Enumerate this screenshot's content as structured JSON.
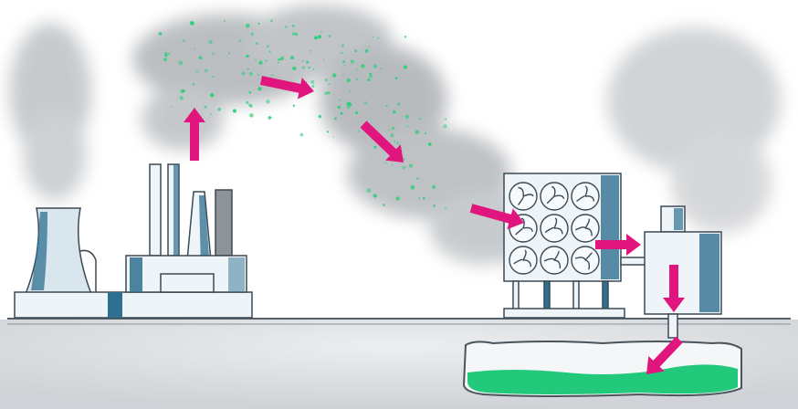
{
  "colors": {
    "background": "#ffffff",
    "ground": "#d9dbdf",
    "smoke": "#8f9499",
    "structure_fill": "#eef4f8",
    "structure_shade": "#2f6f90",
    "outline": "#3c4a55",
    "co2_particles": "#2ccf7a",
    "flow_arrow": "#e0157d",
    "storage_fill": "#22c97a"
  },
  "stages": [
    {
      "id": "power-plant",
      "icon": "industrial-plant-icon"
    },
    {
      "id": "co2-in-atmosphere",
      "icon": "smoke-cloud-icon"
    },
    {
      "id": "direct-air-capture",
      "icon": "fan-array-icon"
    },
    {
      "id": "processing-unit",
      "icon": "processing-building-icon"
    },
    {
      "id": "underground-storage",
      "icon": "storage-reservoir-icon"
    }
  ],
  "flow_direction": "left-to-right-then-down"
}
